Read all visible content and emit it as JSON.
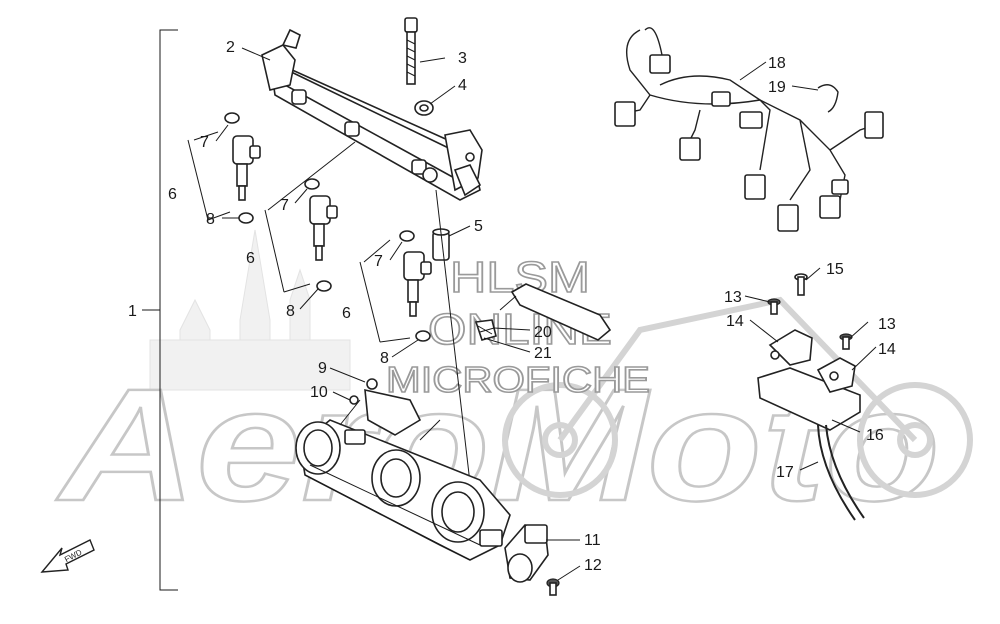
{
  "watermark": {
    "line1": "HLSM",
    "line2": "ONLINE",
    "line3": "MICROFICHE",
    "brand": "AeroMoto"
  },
  "direction_label": "FWD",
  "callouts": {
    "c1": "1",
    "c2": "2",
    "c3": "3",
    "c4": "4",
    "c5": "5",
    "c6a": "6",
    "c6b": "6",
    "c6c": "6",
    "c7a": "7",
    "c7b": "7",
    "c7c": "7",
    "c8a": "8",
    "c8b": "8",
    "c8c": "8",
    "c9": "9",
    "c10": "10",
    "c11": "11",
    "c12": "12",
    "c13a": "13",
    "c13b": "13",
    "c14a": "14",
    "c14b": "14",
    "c15": "15",
    "c16": "16",
    "c17": "17",
    "c18": "18",
    "c19": "19",
    "c20": "20",
    "c21": "21"
  }
}
